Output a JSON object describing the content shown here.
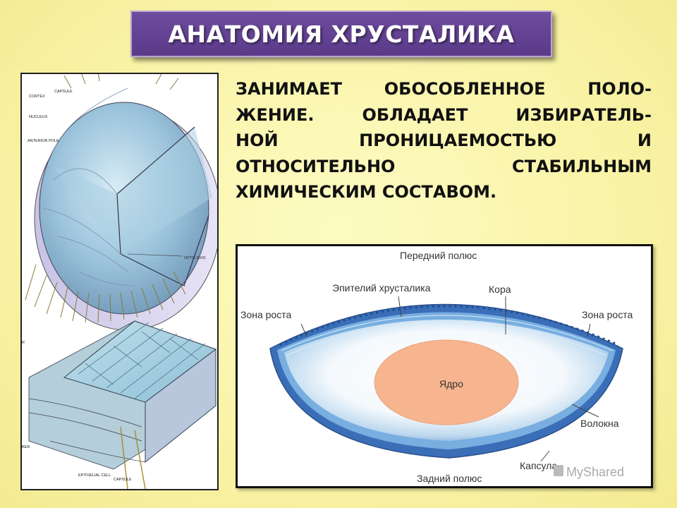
{
  "title": "АНАТОМИЯ ХРУСТАЛИКА",
  "description_lines": [
    "ЗАНИМАЕТ ОБОСОБЛЕННОЕ ПОЛО-",
    "ЖЕНИЕ. ОБЛАДАЕТ ИЗБИРАТЕЛЬ-",
    "НОЙ ПРОНИЦАЕМОСТЬЮ И",
    "ОТНОСИТЕЛЬНО СТАБИЛЬНЫМ",
    "ХИМИЧЕСКИМ СОСТАВОМ."
  ],
  "left_figure": {
    "labels": {
      "capsule_top": "CAPSULE",
      "cortex": "CORTEX",
      "nucleus": "NUCLEUS",
      "anterior_pole": "ANTERIOR POLE",
      "optic_axis": "OPTIC AXIS",
      "epithelial_cell": "EPITHELIAL CELL",
      "capsule_bottom": "CAPSULE",
      "fiber": "BER",
      "r": "R"
    }
  },
  "right_figure": {
    "labels": {
      "anterior_pole": "Передний полюс",
      "epithelium": "Эпителий хрусталика",
      "cortex": "Кора",
      "growth_zone_left": "Зона роста",
      "growth_zone_right": "Зона роста",
      "nucleus": "Ядро",
      "fibers": "Волокна",
      "capsule": "Капсула",
      "posterior_pole": "Задний полюс"
    },
    "watermark": "MyShared"
  }
}
